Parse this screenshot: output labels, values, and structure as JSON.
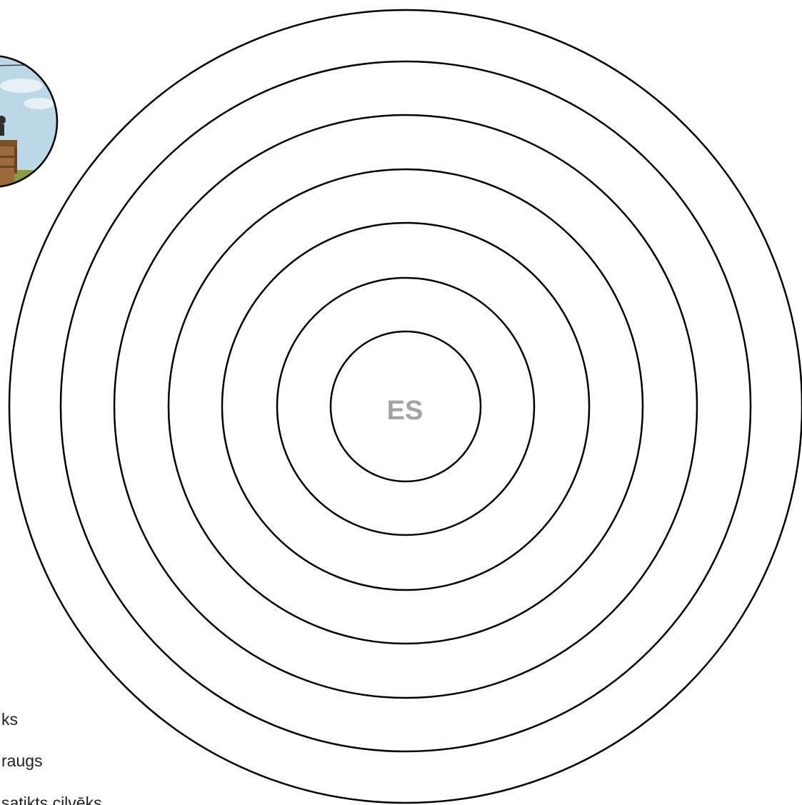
{
  "diagram": {
    "center_label": "ES",
    "ring_count": 7,
    "stroke_color": "#000000",
    "center_label_color": "#a3a3a3",
    "illustration": {
      "description_icon": "playground-scene-illustration",
      "sky_color": "#bcd7e6",
      "ground_color": "#8a9a3c",
      "wood_color": "#9a6a3a"
    }
  },
  "legend": {
    "items": [
      {
        "text": "ks"
      },
      {
        "text": "raugs"
      },
      {
        "text": "satikts cilvēks"
      }
    ]
  }
}
